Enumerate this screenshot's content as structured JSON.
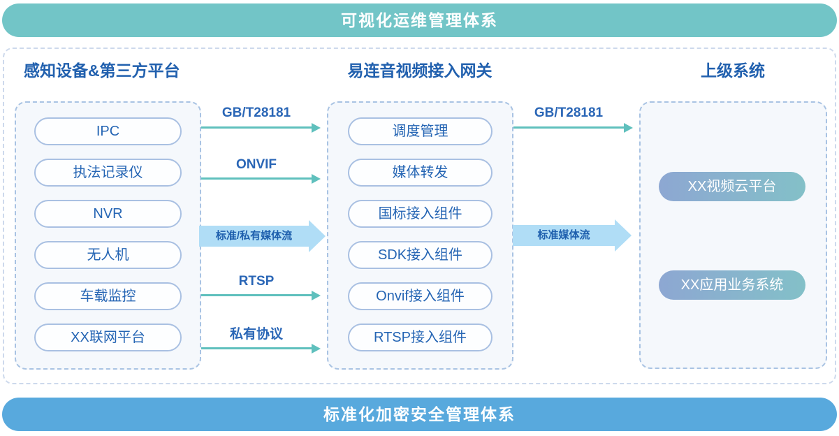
{
  "banners": {
    "top": "可视化运维管理体系",
    "bottom": "标准化加密安全管理体系"
  },
  "columns": {
    "devices": {
      "title": "感知设备&第三方平台",
      "items": [
        "IPC",
        "执法记录仪",
        "NVR",
        "无人机",
        "车载监控",
        "XX联网平台"
      ]
    },
    "gateway": {
      "title": "易连音视频接入网关",
      "items": [
        "调度管理",
        "媒体转发",
        "国标接入组件",
        "SDK接入组件",
        "Onvif接入组件",
        "RTSP接入组件"
      ]
    },
    "upper": {
      "title": "上级系统",
      "items": [
        "XX视频云平台",
        "XX应用业务系统"
      ]
    }
  },
  "flows": {
    "left": [
      {
        "label": "GB/T28181"
      },
      {
        "label": "ONVIF"
      },
      {
        "label": "RTSP"
      },
      {
        "label": "私有协议"
      }
    ],
    "left_media": "标准/私有媒体流",
    "right": [
      {
        "label": "GB/T28181"
      }
    ],
    "right_media": "标准媒体流"
  },
  "colors": {
    "banner_top": "#72c5c7",
    "banner_bottom": "#58a9dd",
    "title_text": "#2160ae",
    "pill_border": "#a9c0e2",
    "pill_text": "#2565b4",
    "arrow_line": "#5fc0bd",
    "fat_arrow_fill": "#b0ddf6",
    "fat_arrow_text": "#1e5fad",
    "gradient_pill_start": "#8da7d2",
    "gradient_pill_end": "#83c0c8"
  }
}
